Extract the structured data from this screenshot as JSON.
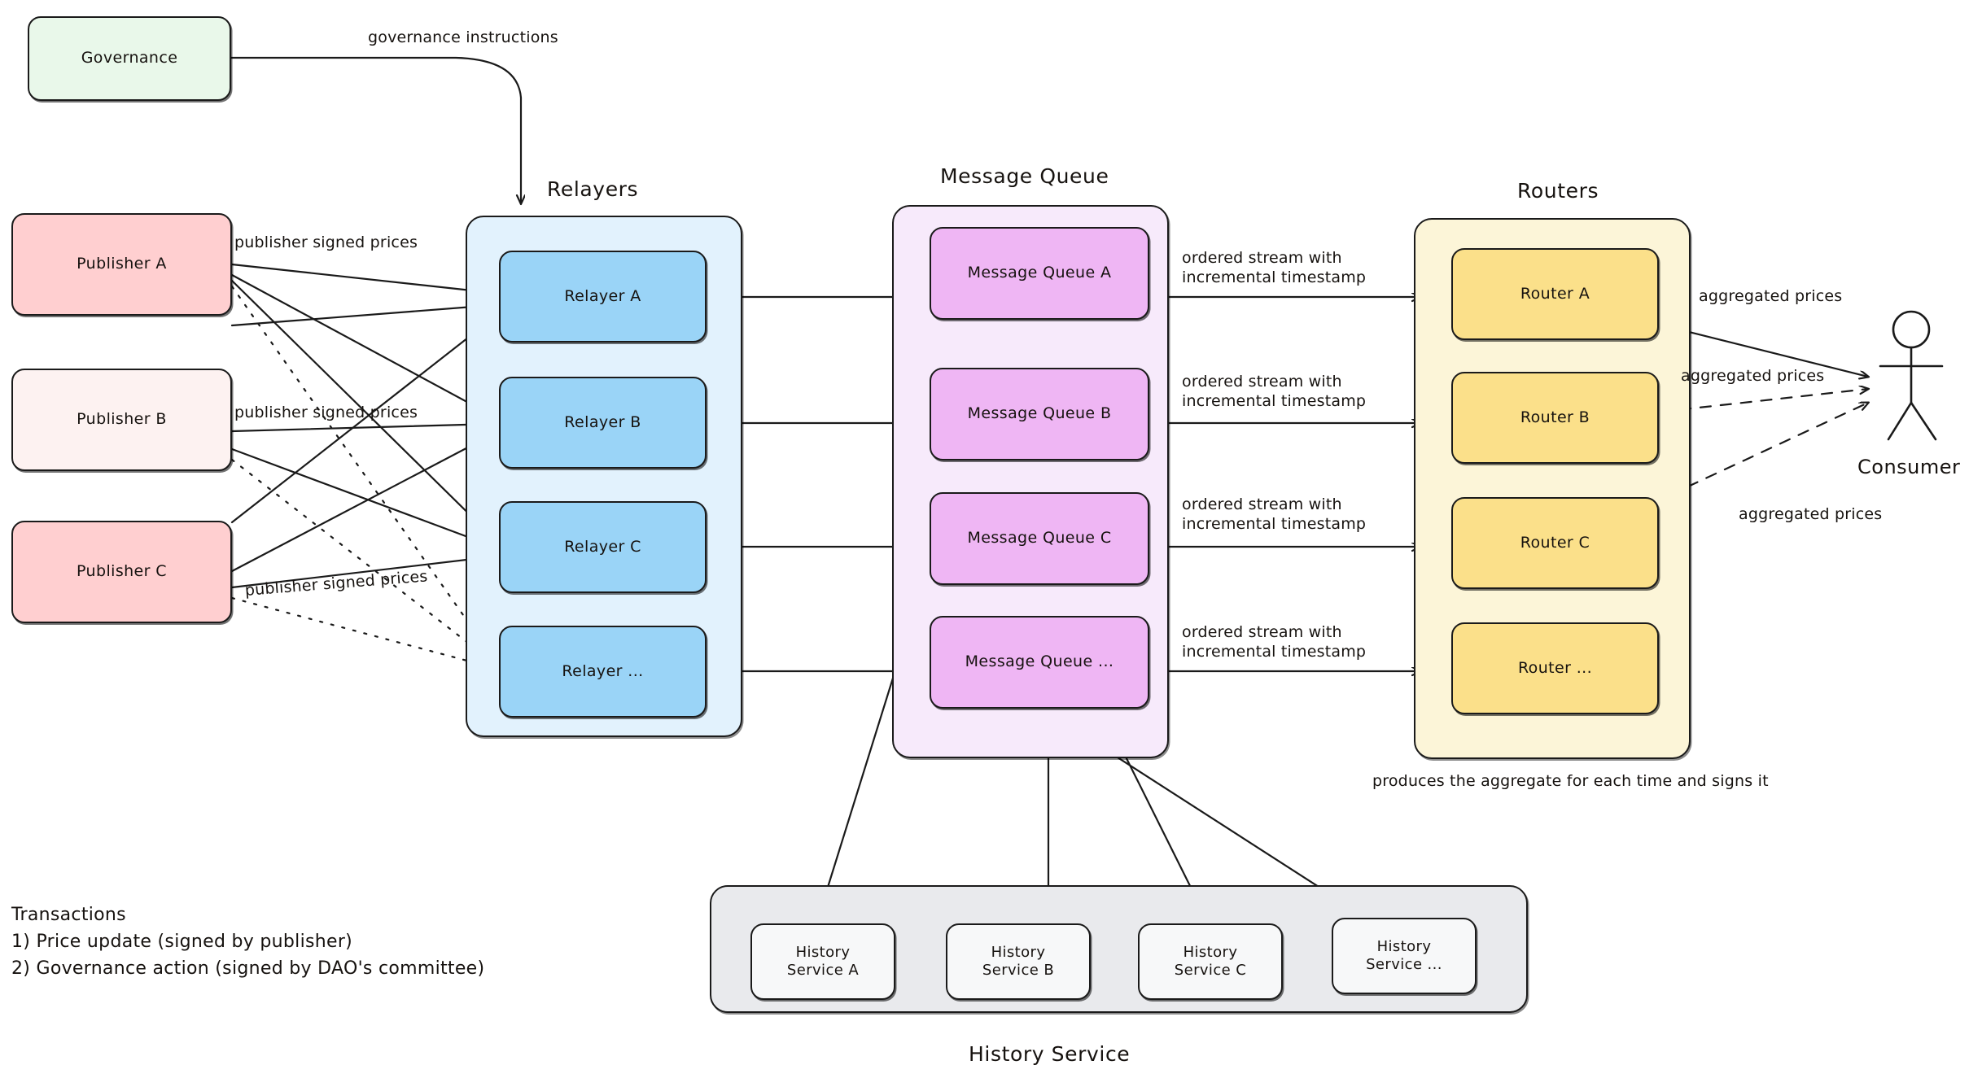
{
  "diagram": {
    "title_texts": {
      "relayers": "Relayers",
      "message_queue": "Message Queue",
      "routers": "Routers",
      "history_service": "History Service"
    }
  },
  "governance": {
    "label": "Governance",
    "edge_label": "governance instructions",
    "color": "#e9f8ea"
  },
  "publishers": [
    {
      "label": "Publisher A",
      "color": "#ffcfd0"
    },
    {
      "label": "Publisher B",
      "color": "#fdf2f1"
    },
    {
      "label": "Publisher C",
      "color": "#ffcfd0"
    }
  ],
  "publisher_edge_labels": [
    "publisher signed prices",
    "publisher signed prices",
    "publisher signed prices"
  ],
  "relayers": {
    "group_label": "Relayers",
    "group_color": "#e2f2fd",
    "node_color": "#9ad4f7",
    "items": [
      {
        "label": "Relayer A"
      },
      {
        "label": "Relayer B"
      },
      {
        "label": "Relayer C"
      },
      {
        "label": "Relayer ..."
      }
    ]
  },
  "message_queue": {
    "group_label": "Message Queue",
    "group_color": "#f7eafb",
    "node_color": "#efb6f4",
    "items": [
      {
        "label": "Message Queue A"
      },
      {
        "label": "Message Queue B"
      },
      {
        "label": "Message Queue C"
      },
      {
        "label": "Message Queue ..."
      }
    ]
  },
  "queue_to_router_labels": [
    "ordered stream with\nincremental timestamp",
    "ordered stream with\nincremental timestamp",
    "ordered stream with\nincremental timestamp",
    "ordered stream with\nincremental timestamp"
  ],
  "routers": {
    "group_label": "Routers",
    "group_color": "#fcf5d8",
    "node_color": "#fbe08a",
    "note": "produces the aggregate for each time and signs it",
    "items": [
      {
        "label": "Router A"
      },
      {
        "label": "Router B"
      },
      {
        "label": "Router C"
      },
      {
        "label": "Router ..."
      }
    ]
  },
  "router_to_consumer_labels": [
    "aggregated prices",
    "aggregated prices",
    "aggregated prices"
  ],
  "consumer": {
    "label": "Consumer"
  },
  "history_service": {
    "group_label": "History Service",
    "group_color": "#e9eaed",
    "node_color": "#f7f8f9",
    "items": [
      {
        "label": "History\nService A"
      },
      {
        "label": "History\nService B"
      },
      {
        "label": "History\nService C"
      },
      {
        "label": "History\nService ..."
      }
    ]
  },
  "legend": {
    "text": "Transactions\n1) Price update (signed by publisher)\n2) Governance action (signed by DAO's committee)"
  }
}
